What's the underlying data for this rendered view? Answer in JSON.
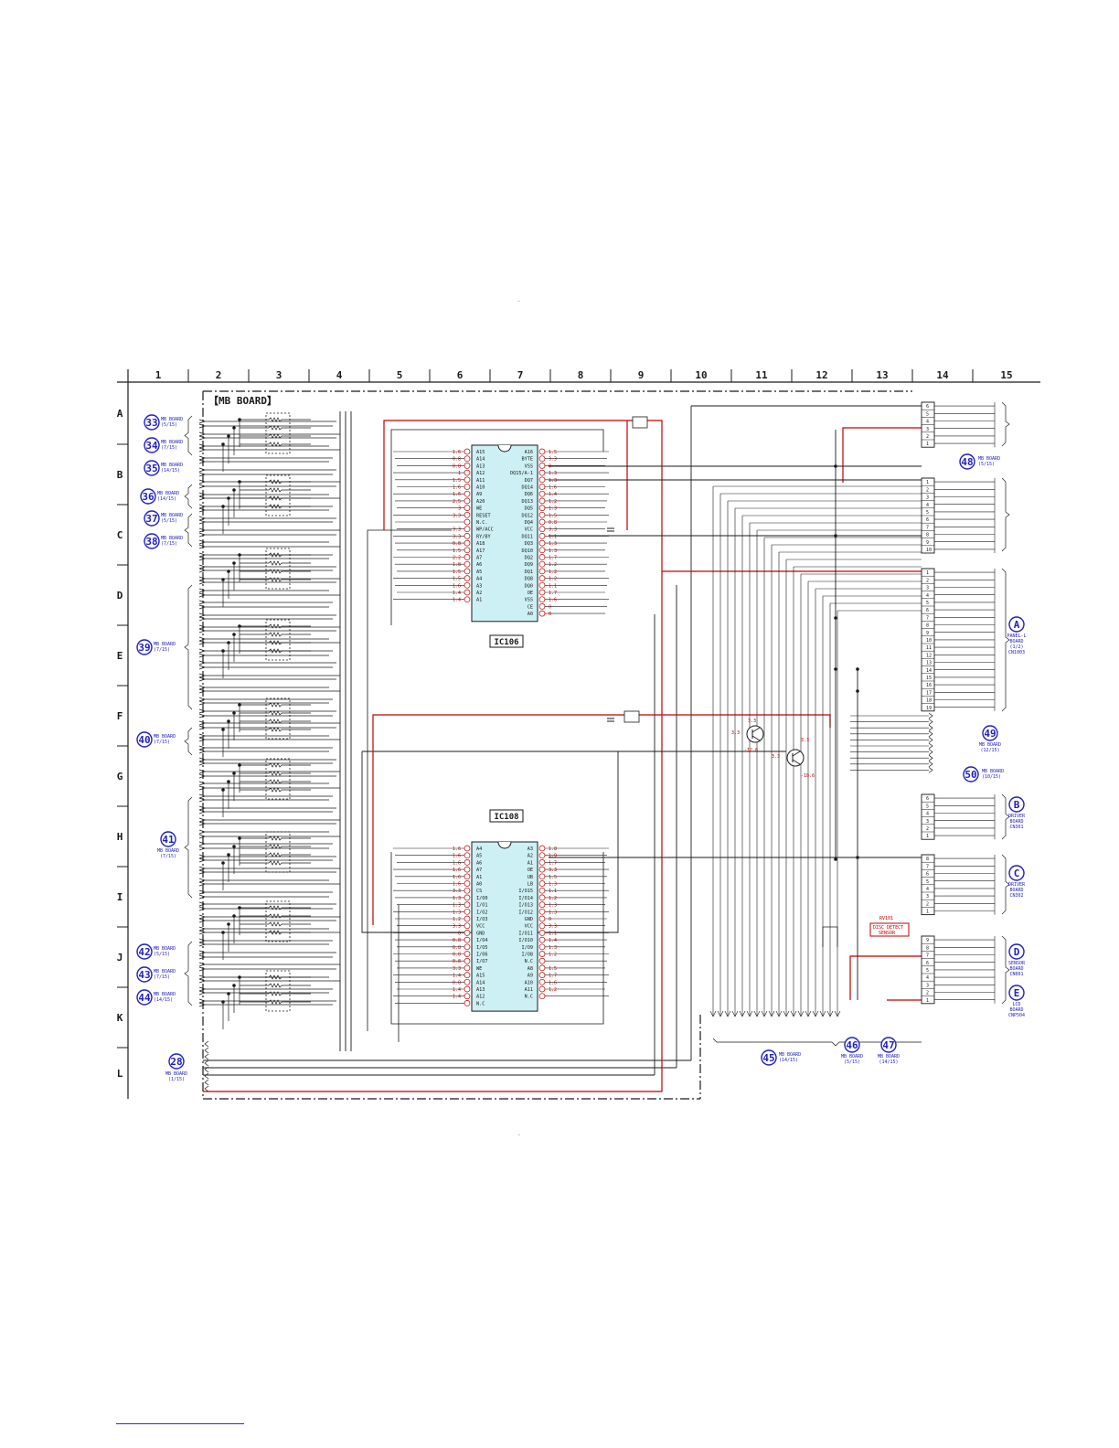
{
  "board_title": "【MB BOARD】",
  "columns": [
    "1",
    "2",
    "3",
    "4",
    "5",
    "6",
    "7",
    "8",
    "9",
    "10",
    "11",
    "12",
    "13",
    "14",
    "15"
  ],
  "rows": [
    "A",
    "B",
    "C",
    "D",
    "E",
    "F",
    "G",
    "H",
    "I",
    "J",
    "K",
    "L"
  ],
  "ic106": {
    "label": "IC106",
    "left_pins": [
      "A15",
      "A14",
      "A13",
      "A12",
      "A11",
      "A10",
      "A9",
      "A20",
      "WE",
      "RESET",
      "N.C.",
      "WP/ACC",
      "RY/BY",
      "A18",
      "A17",
      "A7",
      "A6",
      "A5",
      "A4",
      "A3",
      "A2",
      "A1"
    ],
    "right_pins": [
      "A16",
      "BYTE",
      "VSS",
      "DQ15/A-1",
      "DQ7",
      "DQ14",
      "DQ6",
      "DQ13",
      "DQ5",
      "DQ12",
      "DQ4",
      "VCC",
      "DQ11",
      "DQ3",
      "DQ10",
      "DQ2",
      "DQ9",
      "DQ1",
      "DQ8",
      "DQ0",
      "OE",
      "VSS",
      "CE",
      "A0"
    ],
    "left_volts": [
      "1.6",
      "0.8",
      "0.8",
      "1",
      "1.5",
      "1.6",
      "1.6",
      "2.5",
      "3",
      "3.3",
      "",
      "3.3",
      "3.3",
      "0.8",
      "1.5",
      "2.2",
      "1.8",
      "1.5",
      "1.5",
      "1.6",
      "1.4",
      "1.4"
    ],
    "right_volts": [
      "1.5",
      "3.3",
      "0",
      "1.3",
      "1.3",
      "1.6",
      "1.4",
      "1.2",
      "1.3",
      "1.5",
      "0.8",
      "3.3",
      "1.1",
      "1.3",
      "1.3",
      "1.7",
      "1.2",
      "1.2",
      "1.2",
      "1.1",
      "1.7",
      "1.6",
      "0",
      "0"
    ]
  },
  "ic108": {
    "label": "IC108",
    "left_pins": [
      "A4",
      "A5",
      "A6",
      "A7",
      "A1",
      "A0",
      "CS",
      "I/O0",
      "I/O1",
      "I/O2",
      "I/O3",
      "VCC",
      "GND",
      "I/O4",
      "I/O5",
      "I/O6",
      "I/O7",
      "WE",
      "A15",
      "A14",
      "A13",
      "A12",
      "N.C"
    ],
    "right_pins": [
      "A3",
      "A2",
      "A1",
      "OE",
      "UB",
      "LB",
      "I/O15",
      "I/O14",
      "I/O13",
      "I/O12",
      "GND",
      "VCC",
      "I/O11",
      "I/O10",
      "I/O9",
      "I/O8",
      "N.C",
      "A8",
      "A9",
      "A10",
      "A11",
      "N.C"
    ],
    "left_volts": [
      "1.6",
      "1.6",
      "1.6",
      "1.6",
      "1.6",
      "1.6",
      "3.3",
      "1.3",
      "1.3",
      "1.3",
      "1.2",
      "3.3",
      "0",
      "0.8",
      "0.8",
      "0.8",
      "0.8",
      "3.3",
      "1.4",
      "0.8",
      "1.4",
      "1.4",
      ""
    ],
    "right_volts": [
      "1.8",
      "1.9",
      "1.7",
      "3.3",
      "1.5",
      "1.3",
      "1.1",
      "1.2",
      "1.3",
      "1.3",
      "0",
      "3.3",
      "1.1",
      "1.4",
      "1.3",
      "1.2",
      "",
      "1.5",
      "1.7",
      "1.6",
      "1.2",
      ""
    ]
  },
  "left_refs": [
    {
      "num": "33",
      "text": "MB BOARD",
      "sub": "(5/15)"
    },
    {
      "num": "34",
      "text": "MB BOARD",
      "sub": "(7/15)"
    },
    {
      "num": "35",
      "text": "MB BOARD",
      "sub": "(14/15)"
    },
    {
      "num": "36",
      "text": "MB BOARD",
      "sub": "(14/15)"
    },
    {
      "num": "37",
      "text": "MB BOARD",
      "sub": "(5/15)"
    },
    {
      "num": "38",
      "text": "MB BOARD",
      "sub": "(7/15)"
    },
    {
      "num": "39",
      "text": "MB BOARD",
      "sub": "(7/15)"
    },
    {
      "num": "40",
      "text": "MB BOARD",
      "sub": "(7/15)"
    },
    {
      "num": "41",
      "text": "MB BOARD",
      "sub": "(7/15)"
    },
    {
      "num": "42",
      "text": "MB BOARD",
      "sub": "(5/15)"
    },
    {
      "num": "43",
      "text": "MB BOARD",
      "sub": "(7/15)"
    },
    {
      "num": "44",
      "text": "MB BOARD",
      "sub": "(14/15)"
    },
    {
      "num": "28",
      "text": "MB BOARD",
      "sub": "(1/15)"
    }
  ],
  "right_refs": [
    {
      "num": "48",
      "text": "MB BOARD",
      "sub": "(5/15)"
    },
    {
      "num": "49",
      "text": "MB BOARD",
      "sub": "(12/15)"
    },
    {
      "num": "50",
      "text": "MB BOARD",
      "sub": "(10/15)"
    }
  ],
  "bottom_refs": [
    {
      "num": "45",
      "text": "MB BOARD",
      "sub": "(14/15)"
    },
    {
      "num": "46",
      "text": "MB BOARD",
      "sub": "(5/15)"
    },
    {
      "num": "47",
      "text": "MB BOARD",
      "sub": "(14/15)"
    }
  ],
  "board_refs": [
    {
      "letter": "A",
      "lines": [
        "PANEL-L",
        "BOARD",
        "(1/2)",
        "CN1003"
      ]
    },
    {
      "letter": "B",
      "lines": [
        "DRIVER",
        "BOARD",
        "CN301"
      ]
    },
    {
      "letter": "C",
      "lines": [
        "DRIVER",
        "BOARD",
        "CN302"
      ]
    },
    {
      "letter": "D",
      "lines": [
        "SENSOR",
        "BOARD",
        "CN001"
      ]
    },
    {
      "letter": "E",
      "lines": [
        "LCD",
        "BOARD",
        "CNP504"
      ]
    }
  ],
  "sensor": {
    "ref": "RV101",
    "label_line1": "DISC DETECT",
    "label_line2": "SENSOR"
  },
  "transistor_volts": [
    "3.3",
    "-12.8",
    "3.3",
    "3.3",
    "-10.6"
  ],
  "colors": {
    "ink": "#1a1a1a",
    "red": "#c00000",
    "chip": "#cdf0f4",
    "ref": "#2020c0",
    "label": "#1a1a1a"
  }
}
